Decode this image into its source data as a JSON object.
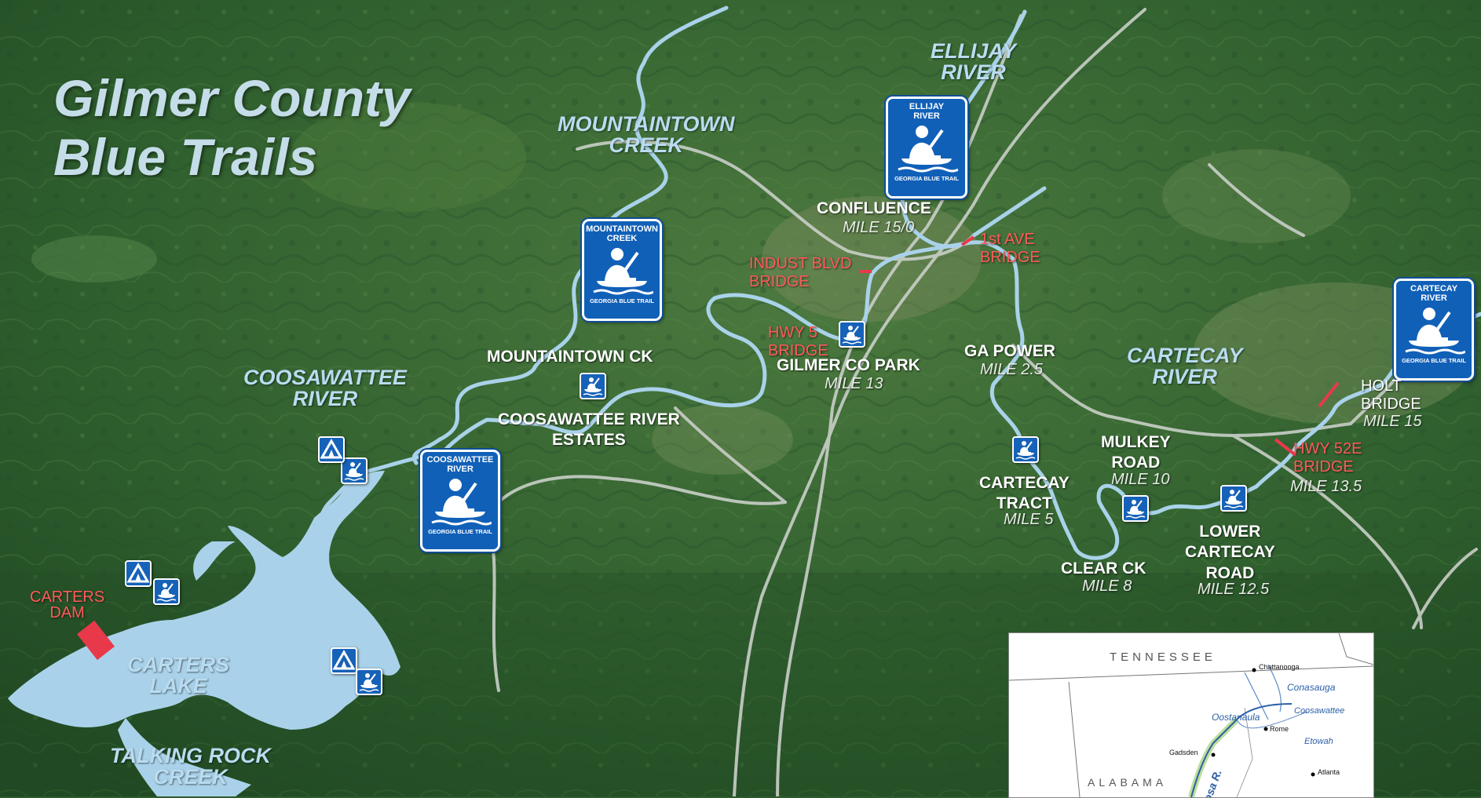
{
  "title": {
    "line1": "Gilmer County",
    "line2": "Blue Trails"
  },
  "water_labels": {
    "ellijay": "ELLIJAY\nRIVER",
    "mountaintown": "MOUNTAINTOWN\nCREEK",
    "coosawattee": "COOSAWATTEE\nRIVER",
    "cartecay": "CARTECAY\nRIVER",
    "carters_lake": "CARTERS\nLAKE",
    "talking_rock": "TALKING ROCK\nCREEK"
  },
  "signs": {
    "ellijay": "ELLIJAY\nRIVER",
    "mountaintown": "MOUNTAINTOWN\nCREEK",
    "coosawattee": "COOSAWATTEE\nRIVER",
    "cartecay": "CARTECAY\nRIVER",
    "footer": "GEORGIA BLUE TRAIL"
  },
  "access_points": {
    "confluence": {
      "name": "CONFLUENCE",
      "mile": "MILE 15/0"
    },
    "gilmer_park": {
      "name": "GILMER CO PARK",
      "mile": "MILE 13"
    },
    "mountaintown_ck": {
      "name": "MOUNTAINTOWN CK"
    },
    "coosawattee_estates": {
      "name": "COOSAWATTEE RIVER\nESTATES"
    },
    "ga_power": {
      "name": "GA POWER",
      "mile": "MILE 2.5"
    },
    "cartecay_tract": {
      "name": "CARTECAY\nTRACT",
      "mile": "MILE 5"
    },
    "mulkey_road": {
      "name": "MULKEY\nROAD",
      "mile": "MILE 10"
    },
    "clear_ck": {
      "name": "CLEAR CK",
      "mile": "MILE 8"
    },
    "lower_cartecay": {
      "name": "LOWER\nCARTECAY\nROAD",
      "mile": "MILE 12.5"
    },
    "holt_bridge": {
      "name": "HOLT\nBRIDGE",
      "mile": "MILE 15"
    },
    "hwy52e": {
      "name": "HWY 52E\nBRIDGE",
      "mile": "MILE 13.5"
    }
  },
  "bridges": {
    "indust_blvd": "INDUST BLVD\nBRIDGE",
    "first_ave": "1st AVE\nBRIDGE",
    "hwy5": "HWY 5\nBRIDGE",
    "carters_dam": "CARTERS\nDAM"
  },
  "inset": {
    "tennessee": "TENNESSEE",
    "alabama": "ALABAMA",
    "chattanooga": "Chattanooga",
    "conasauga": "Conasauga",
    "oostanaula": "Oostanaula",
    "coosawattee": "Coosawattee",
    "rome": "Rome",
    "etowah": "Etowah",
    "gadsden": "Gadsden",
    "atlanta": "Atlanta",
    "coosa": "osa R."
  },
  "colors": {
    "water": "#a9d2ea",
    "road": "#c9cfc8",
    "sign_blue": "#1160b8",
    "bridge_red": "#ff5a5a",
    "forest": "#2f5a2c"
  }
}
